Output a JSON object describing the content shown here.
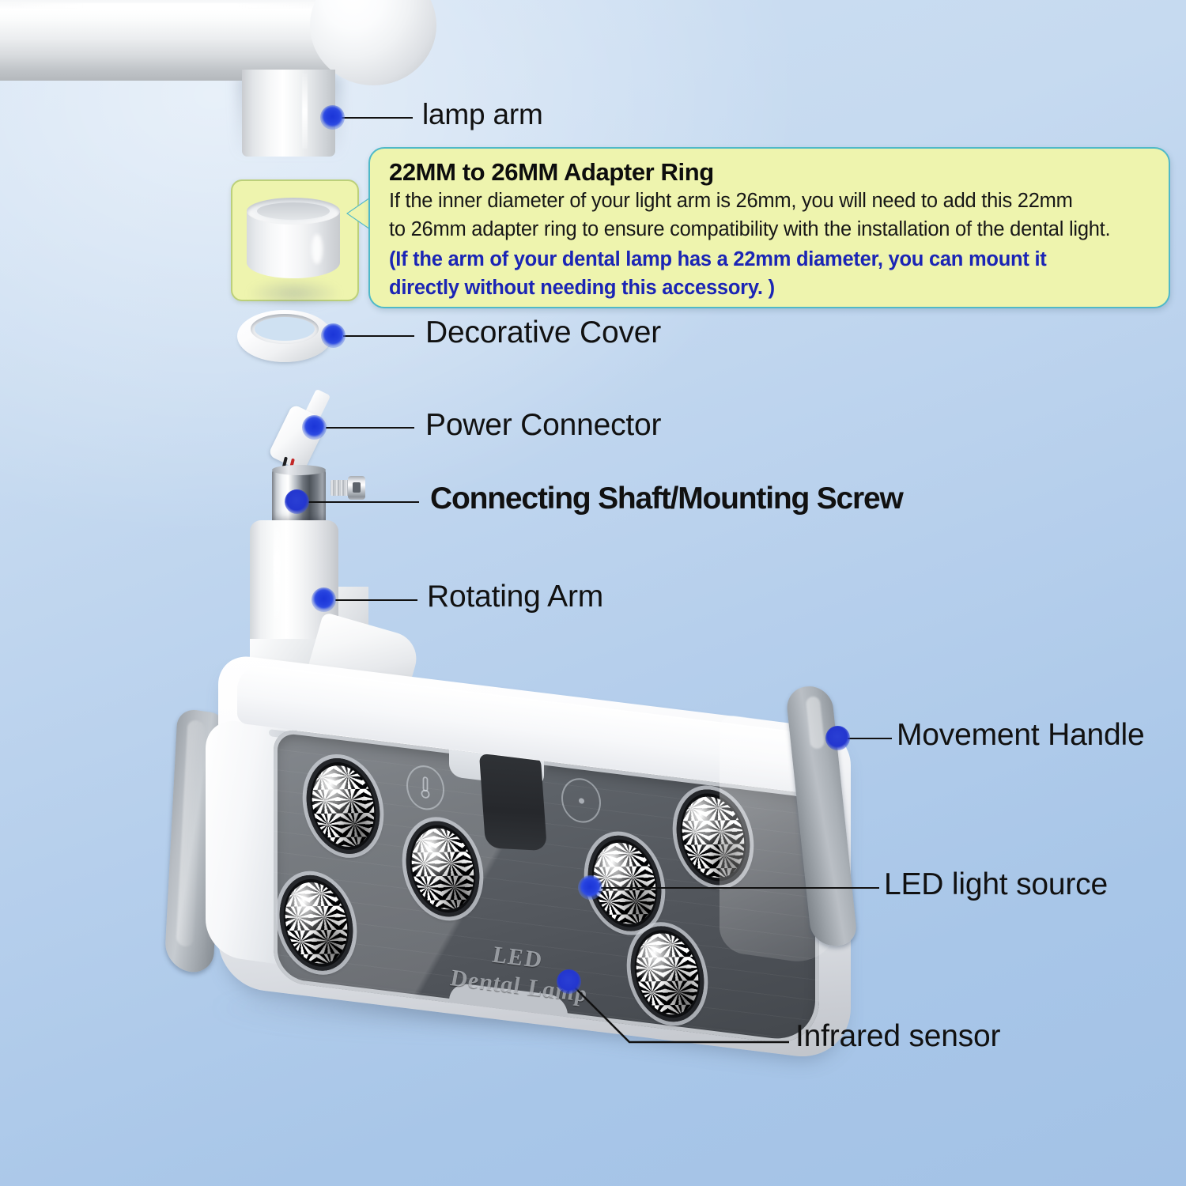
{
  "document": {
    "type": "product-exploded-diagram",
    "subject": "LED Dental Lamp"
  },
  "background": {
    "top_color": "#cddff2",
    "bottom_color": "#a6c5e8"
  },
  "callout": {
    "title": "22MM to 26MM Adapter Ring",
    "body_line1": "If the inner diameter of your light arm is 26mm, you will need to add  this 22mm",
    "body_line2": "to 26mm adapter ring to ensure compatibility with the installation of the dental light.",
    "accent_line1": "(If the arm of your dental lamp has a 22mm diameter, you can mount it",
    "accent_line2": "directly without needing this accessory. )",
    "fill_color": "#eef4ae",
    "border_color": "#4fb9c8",
    "accent_text_color": "#1b25b5"
  },
  "callouts": [
    {
      "id": "lamp-arm",
      "label": "lamp arm",
      "bold": false
    },
    {
      "id": "decorative-cover",
      "label": "Decorative Cover",
      "bold": false
    },
    {
      "id": "power-connector",
      "label": "Power Connector",
      "bold": false
    },
    {
      "id": "connecting-shaft",
      "label": "Connecting Shaft/Mounting Screw",
      "bold": true
    },
    {
      "id": "rotating-arm",
      "label": "Rotating Arm",
      "bold": false
    },
    {
      "id": "movement-handle",
      "label": "Movement Handle",
      "bold": false
    },
    {
      "id": "led-light-source",
      "label": "LED light source",
      "bold": false
    },
    {
      "id": "infrared-sensor",
      "label": "Infrared sensor",
      "bold": false
    }
  ],
  "lamp_head": {
    "brand_line1": "LED",
    "brand_line2": "Dental Lamp",
    "led_count": 6,
    "control_icons": [
      "thermometer-icon",
      "sensor-dot-icon",
      "power-icon"
    ],
    "marker_color": "#2336cf"
  }
}
